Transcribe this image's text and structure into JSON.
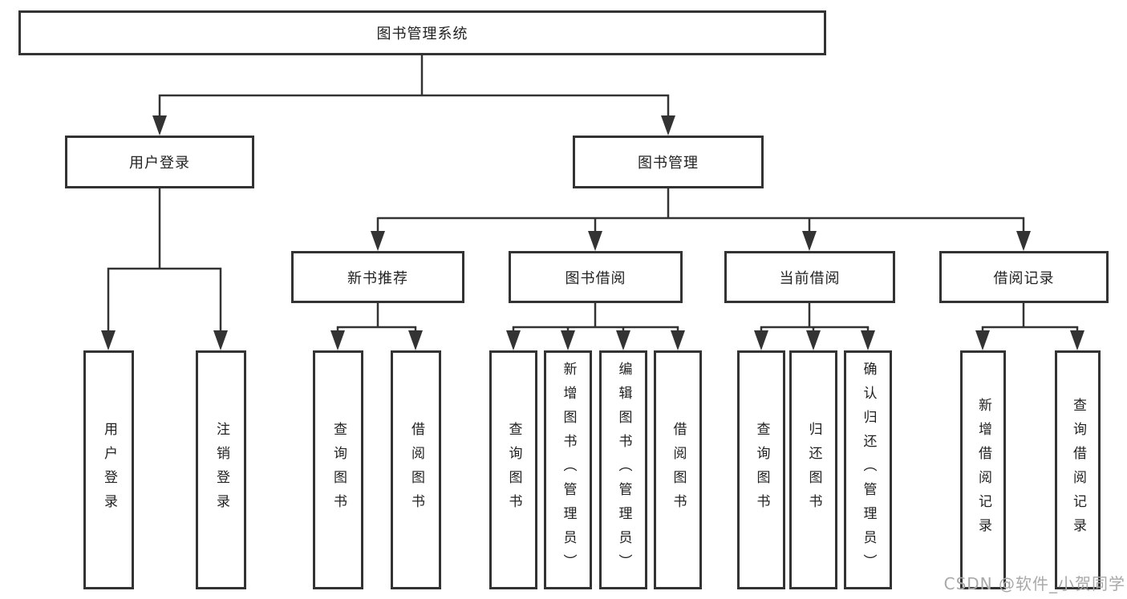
{
  "diagram": {
    "type": "hierarchy-tree",
    "tree": {
      "label": "图书管理系统",
      "children": [
        {
          "label": "用户登录",
          "children": [
            {
              "label": "用户登录"
            },
            {
              "label": "注销登录"
            }
          ]
        },
        {
          "label": "图书管理",
          "children": [
            {
              "label": "新书推荐",
              "children": [
                {
                  "label": "查询图书"
                },
                {
                  "label": "借阅图书"
                }
              ]
            },
            {
              "label": "图书借阅",
              "children": [
                {
                  "label": "查询图书"
                },
                {
                  "label": "新增图书（管理员）"
                },
                {
                  "label": "编辑图书（管理员）"
                },
                {
                  "label": "借阅图书"
                }
              ]
            },
            {
              "label": "当前借阅",
              "children": [
                {
                  "label": "查询图书"
                },
                {
                  "label": "归还图书"
                },
                {
                  "label": "确认归还（管理员）"
                }
              ]
            },
            {
              "label": "借阅记录",
              "children": [
                {
                  "label": "新增借阅记录"
                },
                {
                  "label": "查询借阅记录"
                }
              ]
            }
          ]
        }
      ]
    },
    "colors": {
      "line": "#333333",
      "box_border": "#333333",
      "text": "#222222",
      "background": "#ffffff",
      "watermark": "#a9a9a9"
    }
  },
  "watermark": {
    "text": "CSDN @软件_小贺同学"
  }
}
